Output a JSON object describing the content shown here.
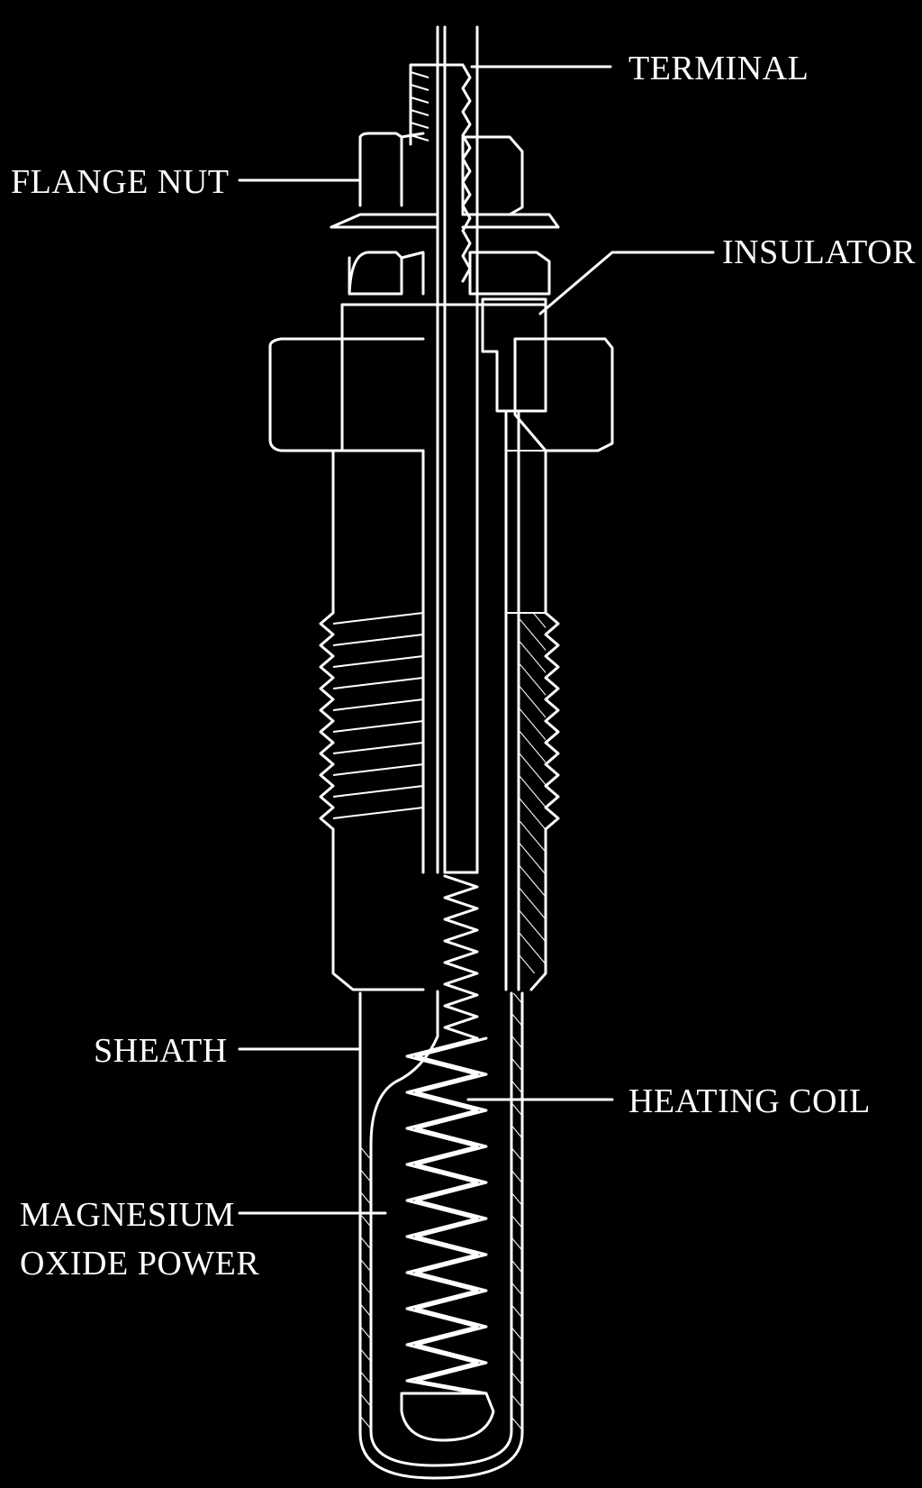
{
  "colors": {
    "background": "#000000",
    "lines": "#ffffff"
  },
  "labels": {
    "terminal": "TERMINAL",
    "flange_nut": "FLANGE NUT",
    "insulator": "INSULATOR",
    "sheath": "SHEATH",
    "heating_coil": "HEATING COIL",
    "mgo_line1": "MAGNESIUM",
    "mgo_line2": "OXIDE POWER"
  }
}
